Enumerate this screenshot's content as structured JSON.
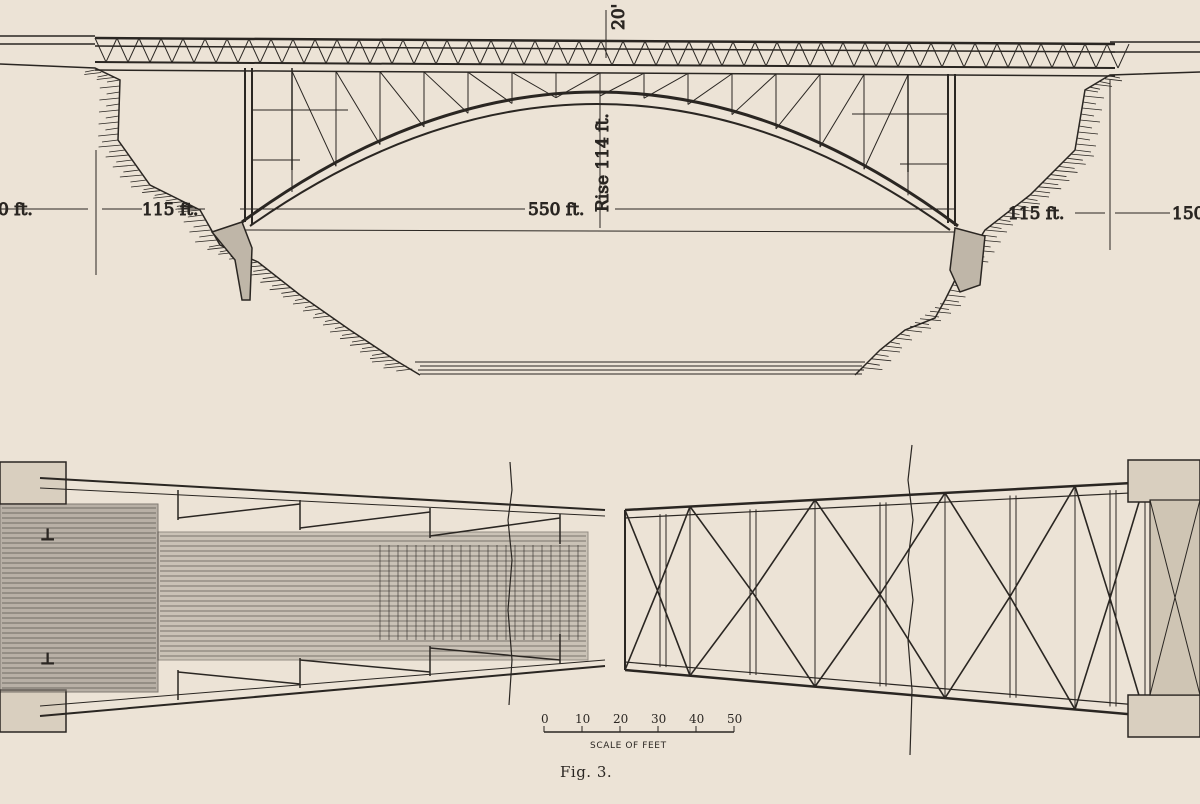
{
  "elevation": {
    "left_span_label": "0 ft.",
    "left_approach_label": "115 ft.",
    "main_span_label": "550 ft.",
    "rise_label": "Rise 114 ft.",
    "crown_depth_label": "20'",
    "right_approach_label": "115 ft.",
    "right_span_label": "150"
  },
  "scale": {
    "ticks": [
      "0",
      "10",
      "20",
      "30",
      "40",
      "50"
    ],
    "caption": "SCALE OF FEET"
  },
  "figure_caption": "Fig. 3.",
  "colors": {
    "paper": "#ece3d6",
    "ink": "#2a2622",
    "shade": "#6b645c"
  }
}
